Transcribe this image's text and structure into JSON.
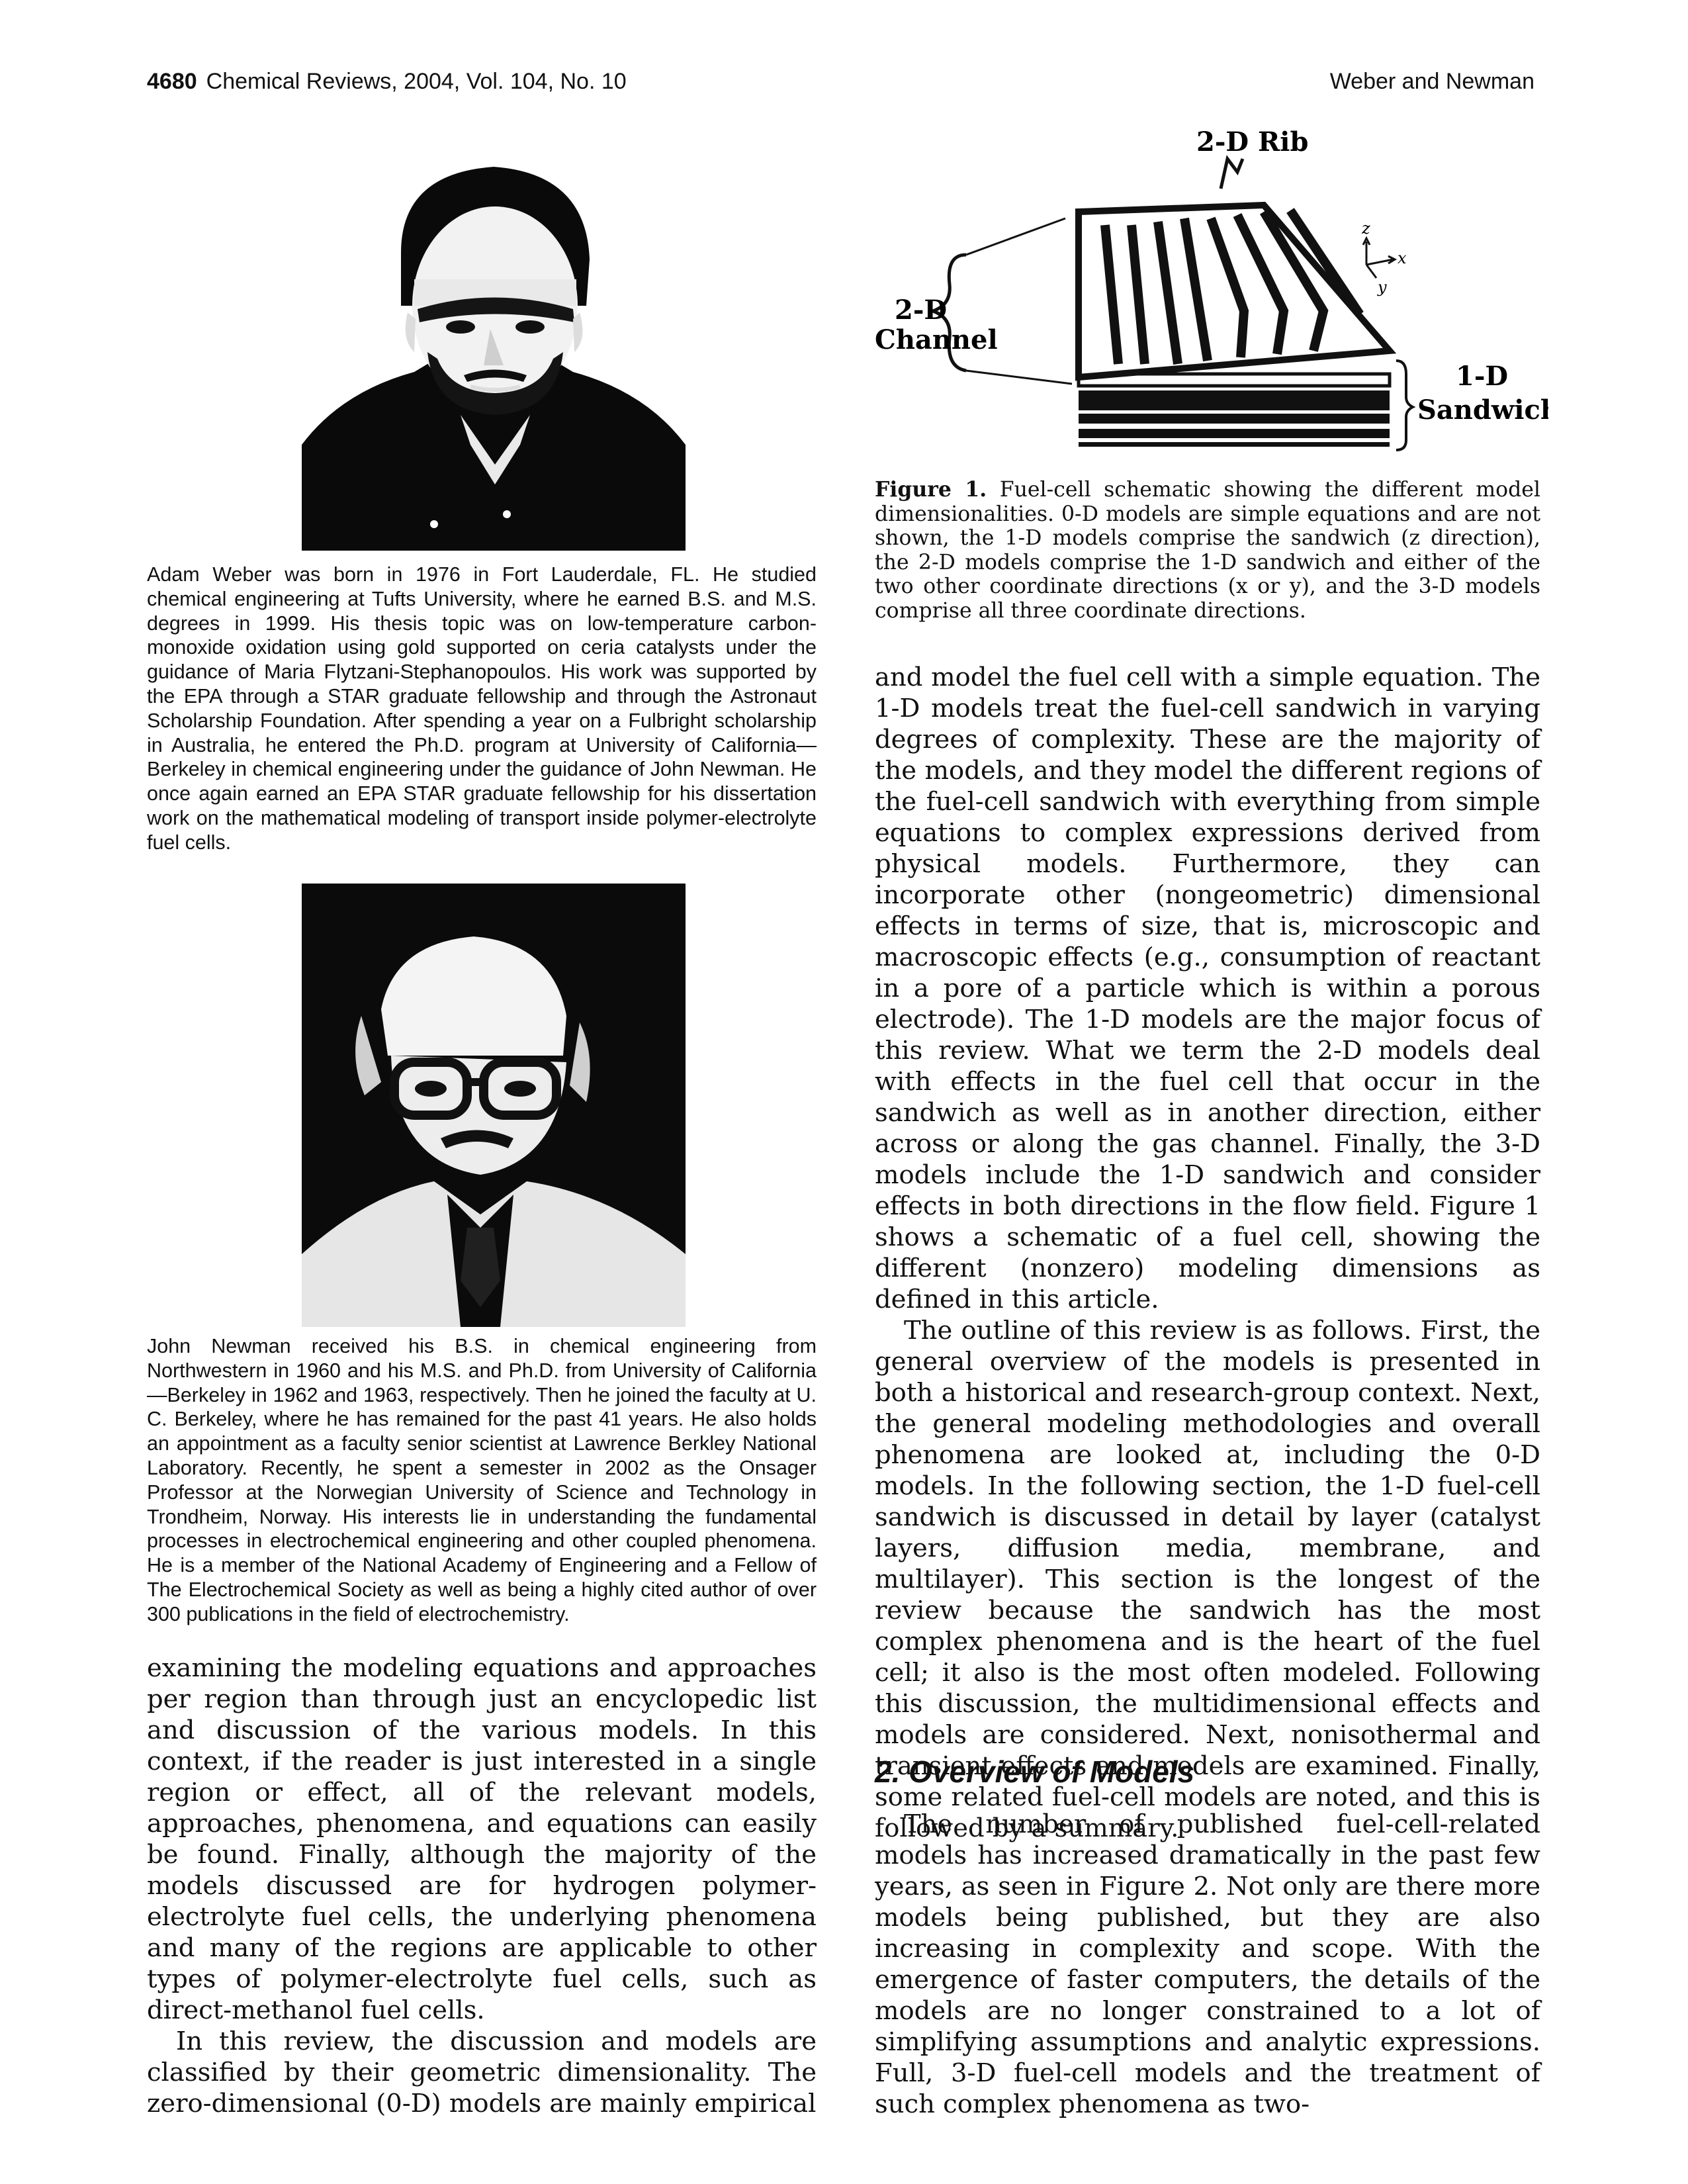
{
  "header": {
    "page_number": "4680",
    "journal": "Chemical Reviews, 2004, Vol. 104, No. 10",
    "authors": "Weber and Newman"
  },
  "bios": [
    {
      "text": "Adam Weber was born in 1976 in Fort Lauderdale, FL. He studied chemical engineering at Tufts University, where he earned B.S. and M.S. degrees in 1999. His thesis topic was on low-temperature carbon-monoxide oxidation using gold supported on ceria catalysts under the guidance of Maria Flytzani-Stephanopoulos. His work was supported by the EPA through a STAR graduate fellowship and through the Astronaut Scholarship Foundation. After spending a year on a Fulbright scholarship in Australia, he entered the Ph.D. program at University of California—Berkeley in chemical engineering under the guidance of John Newman. He once again earned an EPA STAR graduate fellowship for his dissertation work on the mathematical modeling of transport inside polymer-electrolyte fuel cells."
    },
    {
      "text": "John Newman received his B.S. in chemical engineering from Northwestern in 1960 and his M.S. and Ph.D. from University of California—Berkeley in 1962 and 1963, respectively. Then he joined the faculty at U. C. Berkeley, where he has remained for the past 41 years. He also holds an appointment as a faculty senior scientist at Lawrence Berkley National Laboratory. Recently, he spent a semester in 2002 as the Onsager Professor at the Norwegian University of Science and Technology in Trondheim, Norway. His interests lie in understanding the fundamental processes in electrochemical engineering and other coupled phenomena. He is a member of the National Academy of Engineering and a Fellow of The Electrochemical Society as well as being a highly cited author of over 300 publications in the field of electrochemistry."
    }
  ],
  "left_column": [
    "examining the modeling equations and approaches per region than through just an encyclopedic list and discussion of the various models. In this context, if the reader is just interested in a single region or effect, all of the relevant models, approaches, phenomena, and equations can easily be found. Finally, although the majority of the models discussed are for hydrogen polymer-electrolyte fuel cells, the underlying phenomena and many of the regions are applicable to other types of polymer-electrolyte fuel cells, such as direct-methanol fuel cells.",
    "In this review, the discussion and models are classified by their geometric dimensionality. The zero-dimensional (0-D) models are mainly empirical"
  ],
  "figure": {
    "labels": {
      "rib": "2-D Rib",
      "channel_1": "2-D",
      "channel_2": "Channel",
      "sandwich_1": "1-D",
      "sandwich_2": "Sandwich",
      "axis_z": "z",
      "axis_x": "x",
      "axis_y": "y"
    },
    "caption_label": "Figure 1.",
    "caption_text": "Fuel-cell schematic showing the different model dimensionalities. 0-D models are simple equations and are not shown, the 1-D models comprise the sandwich (z direction), the 2-D models comprise the 1-D sandwich and either of the two other coordinate directions (x or y), and the 3-D models comprise all three coordinate directions."
  },
  "right_column": [
    "and model the fuel cell with a simple equation. The 1-D models treat the fuel-cell sandwich in varying degrees of complexity. These are the majority of the models, and they model the different regions of the fuel-cell sandwich with everything from simple equations to complex expressions derived from physical models. Furthermore, they can incorporate other (nongeometric) dimensional effects in terms of size, that is, microscopic and macroscopic effects (e.g., consumption of reactant in a pore of a particle which is within a porous electrode). The 1-D models are the major focus of this review. What we term the 2-D models deal with effects in the fuel cell that occur in the sandwich as well as in another direction, either across or along the gas channel. Finally, the 3-D models include the 1-D sandwich and consider effects in both directions in the flow field. Figure 1 shows a schematic of a fuel cell, showing the different (nonzero) modeling dimensions as defined in this article.",
    "The outline of this review is as follows. First, the general overview of the models is presented in both a historical and research-group context. Next, the general modeling methodologies and overall phenomena are looked at, including the 0-D models. In the following section, the 1-D fuel-cell sandwich is discussed in detail by layer (catalyst layers, diffusion media, membrane, and multilayer). This section is the longest of the review because the sandwich has the most complex phenomena and is the heart of the fuel cell; it also is the most often modeled. Following this discussion, the multidimensional effects and models are considered. Next, nonisothermal and transient effects and models are examined. Finally, some related fuel-cell models are noted, and this is followed by a summary."
  ],
  "section": {
    "heading": "2. Overview of Models",
    "paragraph": "The number of published fuel-cell-related models has increased dramatically in the past few years, as seen in Figure 2. Not only are there more models being published, but they are also increasing in complexity and scope. With the emergence of faster computers, the details of the models are no longer constrained to a lot of simplifying assumptions and analytic expressions. Full, 3-D fuel-cell models and the treatment of such complex phenomena as two-"
  }
}
